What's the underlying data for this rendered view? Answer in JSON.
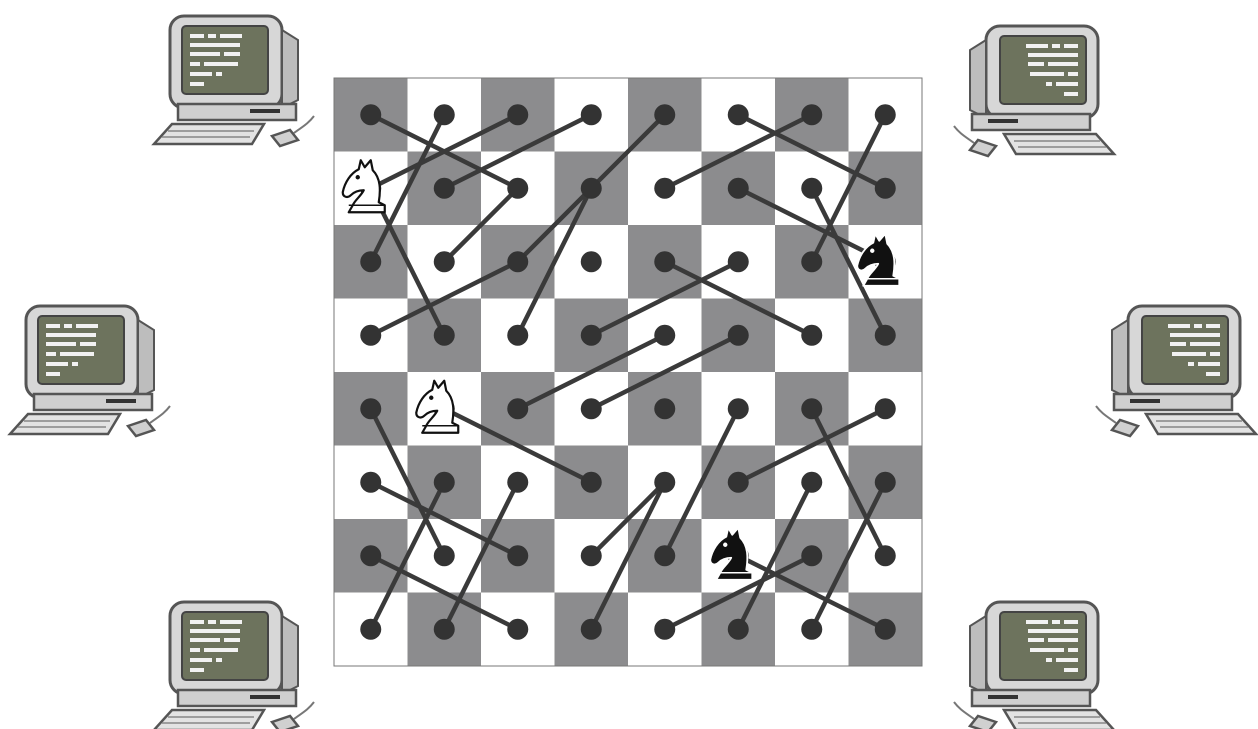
{
  "colors": {
    "background": "#ffffff",
    "dark_square": "#8c8c8e",
    "light_square": "#ffffff",
    "board_border": "#777777",
    "node": "#333333",
    "link": "#3a3a3a",
    "computer_body": "#d7d7d7",
    "computer_outline": "#555555",
    "screen": "#6d735d",
    "screen_text": "#f2f2f2"
  },
  "board": {
    "files": 8,
    "ranks": 8,
    "knight_links": [
      [
        [
          0,
          0
        ],
        [
          2,
          1
        ]
      ],
      [
        [
          1,
          0
        ],
        [
          0,
          2
        ]
      ],
      [
        [
          2,
          0
        ],
        [
          0,
          1
        ]
      ],
      [
        [
          3,
          0
        ],
        [
          1,
          1
        ]
      ],
      [
        [
          4,
          0
        ],
        [
          2,
          2
        ]
      ],
      [
        [
          5,
          0
        ],
        [
          7,
          1
        ]
      ],
      [
        [
          6,
          0
        ],
        [
          4,
          1
        ]
      ],
      [
        [
          7,
          0
        ],
        [
          6,
          2
        ]
      ],
      [
        [
          5,
          1
        ],
        [
          7,
          2
        ]
      ],
      [
        [
          6,
          1
        ],
        [
          7,
          3
        ]
      ],
      [
        [
          0,
          1
        ],
        [
          1,
          3
        ]
      ],
      [
        [
          1,
          2
        ],
        [
          2,
          1
        ]
      ],
      [
        [
          2,
          2
        ],
        [
          0,
          3
        ]
      ],
      [
        [
          3,
          1
        ],
        [
          2,
          3
        ]
      ],
      [
        [
          4,
          2
        ],
        [
          6,
          3
        ]
      ],
      [
        [
          5,
          2
        ],
        [
          3,
          3
        ]
      ],
      [
        [
          4,
          3
        ],
        [
          2,
          4
        ]
      ],
      [
        [
          5,
          3
        ],
        [
          3,
          4
        ]
      ],
      [
        [
          0,
          4
        ],
        [
          1,
          6
        ]
      ],
      [
        [
          1,
          4
        ],
        [
          3,
          5
        ]
      ],
      [
        [
          0,
          5
        ],
        [
          2,
          6
        ]
      ],
      [
        [
          1,
          5
        ],
        [
          0,
          7
        ]
      ],
      [
        [
          2,
          5
        ],
        [
          1,
          7
        ]
      ],
      [
        [
          3,
          6
        ],
        [
          4,
          5
        ]
      ],
      [
        [
          4,
          6
        ],
        [
          5,
          4
        ]
      ],
      [
        [
          5,
          5
        ],
        [
          7,
          4
        ]
      ],
      [
        [
          6,
          4
        ],
        [
          7,
          6
        ]
      ],
      [
        [
          6,
          5
        ],
        [
          5,
          7
        ]
      ],
      [
        [
          7,
          5
        ],
        [
          6,
          7
        ]
      ],
      [
        [
          4,
          7
        ],
        [
          6,
          6
        ]
      ],
      [
        [
          5,
          6
        ],
        [
          7,
          7
        ]
      ],
      [
        [
          3,
          7
        ],
        [
          4,
          5
        ]
      ],
      [
        [
          2,
          7
        ],
        [
          0,
          6
        ]
      ]
    ],
    "knights": [
      {
        "color": "white",
        "file": 0,
        "rank": 1
      },
      {
        "color": "white",
        "file": 1,
        "rank": 4
      },
      {
        "color": "black",
        "file": 7,
        "rank": 2
      },
      {
        "color": "black",
        "file": 5,
        "rank": 6
      }
    ]
  },
  "computers": [
    {
      "position": "top-left",
      "facing": "right"
    },
    {
      "position": "top-right",
      "facing": "left"
    },
    {
      "position": "middle-left",
      "facing": "right"
    },
    {
      "position": "middle-right",
      "facing": "left"
    },
    {
      "position": "bottom-left",
      "facing": "right"
    },
    {
      "position": "bottom-right",
      "facing": "left"
    }
  ]
}
